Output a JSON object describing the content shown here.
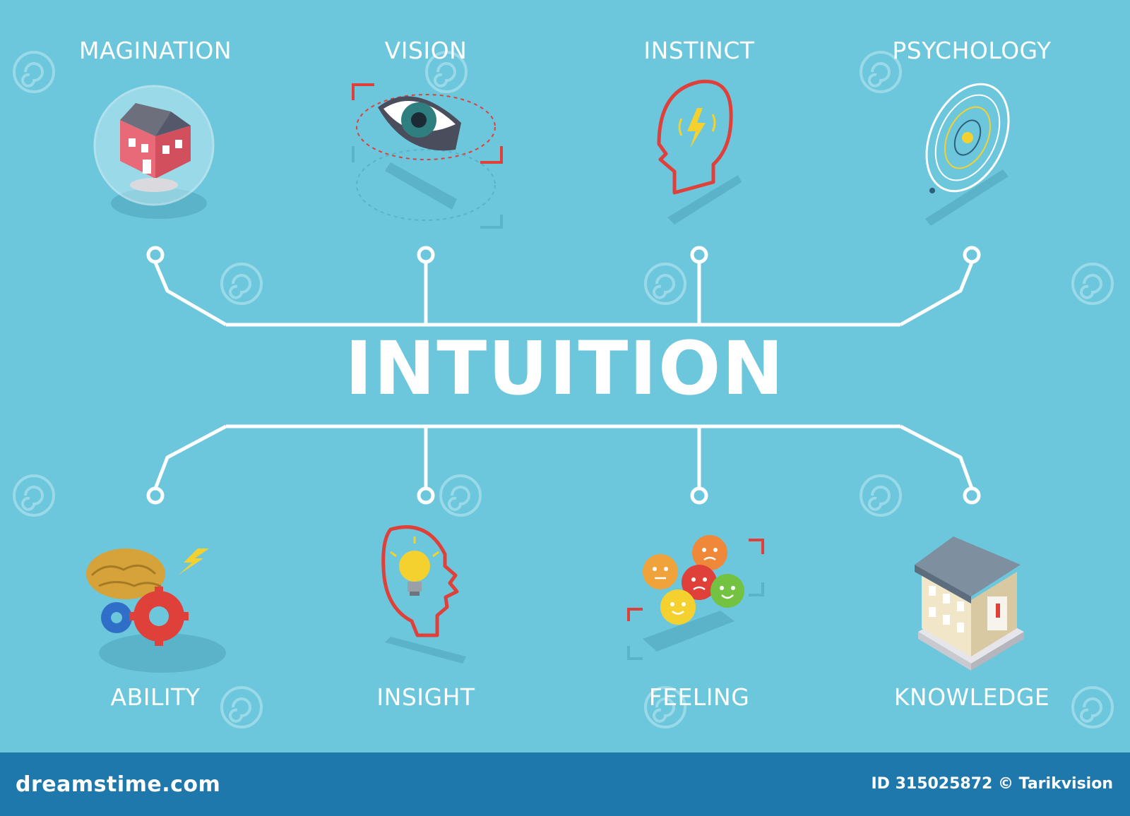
{
  "diagram": {
    "title": "INTUITION",
    "top_nodes": [
      {
        "label": "MAGINATION",
        "icon": "house-in-crystal-ball-icon"
      },
      {
        "label": "VISION",
        "icon": "eye-icon"
      },
      {
        "label": "INSTINCT",
        "icon": "head-with-lightning-icon"
      },
      {
        "label": "PSYCHOLOGY",
        "icon": "orbit-spiral-icon"
      }
    ],
    "bottom_nodes": [
      {
        "label": "ABILITY",
        "icon": "brain-with-gears-icon"
      },
      {
        "label": "INSIGHT",
        "icon": "head-with-lightbulb-icon"
      },
      {
        "label": "FEELING",
        "icon": "emoji-faces-icon"
      },
      {
        "label": "KNOWLEDGE",
        "icon": "library-building-icon"
      }
    ]
  },
  "footer": {
    "site": "dreamstime.com",
    "credit": "ID 315025872 © Tarikvision"
  },
  "colors": {
    "background": "#6cc7dc",
    "lines": "#ffffff",
    "footer": "#1f78ac",
    "accent_red": "#e0403a",
    "accent_yellow": "#f5d130"
  }
}
